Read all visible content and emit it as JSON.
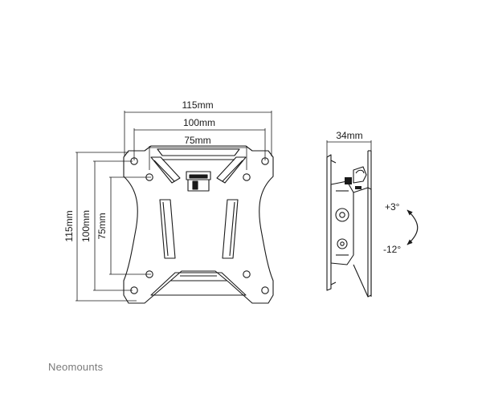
{
  "front_view": {
    "width_outer": "115mm",
    "width_mid": "100mm",
    "width_inner": "75mm",
    "height_outer": "115mm",
    "height_mid": "100mm",
    "height_inner": "75mm"
  },
  "side_view": {
    "depth": "34mm",
    "tilt_up": "+3°",
    "tilt_down": "-12°"
  },
  "brand": "Neomounts",
  "colors": {
    "line": "#1a1a1a",
    "brand": "#7a7a7a"
  }
}
